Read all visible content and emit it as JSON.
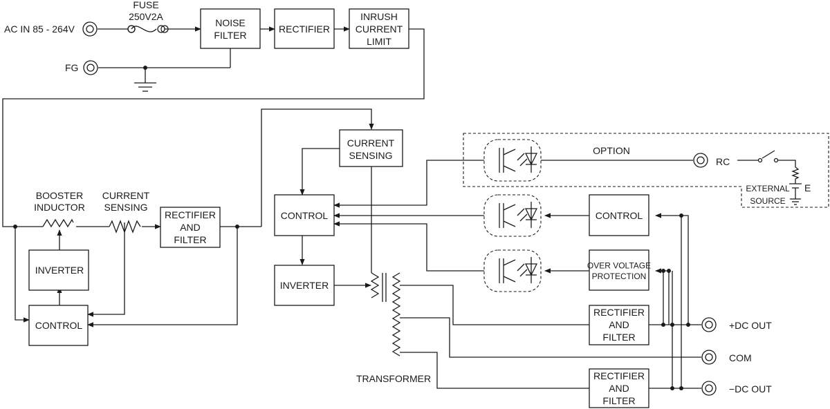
{
  "labels": {
    "ac_in": "AC IN 85 - 264V",
    "fg": "FG",
    "fuse_line1": "FUSE",
    "fuse_line2": "250V2A",
    "booster_line1": "BOOSTER",
    "booster_line2": "INDUCTOR",
    "cs_line1": "CURRENT",
    "cs_line2": "SENSING",
    "option": "OPTION",
    "rc": "RC",
    "e": "E",
    "external_line1": "EXTERNAL",
    "external_line2": "SOURCE",
    "transformer": "TRANSFORMER",
    "plus_dc_out": "+DC OUT",
    "com": "COM",
    "minus_dc_out": "−DC OUT"
  },
  "blocks": {
    "noise_filter": [
      "NOISE",
      "FILTER"
    ],
    "rectifier_top": [
      "RECTIFIER"
    ],
    "inrush": [
      "INRUSH",
      "CURRENT",
      "LIMIT"
    ],
    "rect_filter_left": [
      "RECTIFIER",
      "AND",
      "FILTER"
    ],
    "inverter_left": [
      "INVERTER"
    ],
    "control_left": [
      "CONTROL"
    ],
    "current_sensing": [
      "CURRENT",
      "SENSING"
    ],
    "control_mid": [
      "CONTROL"
    ],
    "inverter_mid": [
      "INVERTER"
    ],
    "control_right": [
      "CONTROL"
    ],
    "ovp": [
      "OVER VOLTAGE",
      "PROTECTION"
    ],
    "rect_filter_out1": [
      "RECTIFIER",
      "AND",
      "FILTER"
    ],
    "rect_filter_out2": [
      "RECTIFIER",
      "AND",
      "FILTER"
    ]
  }
}
